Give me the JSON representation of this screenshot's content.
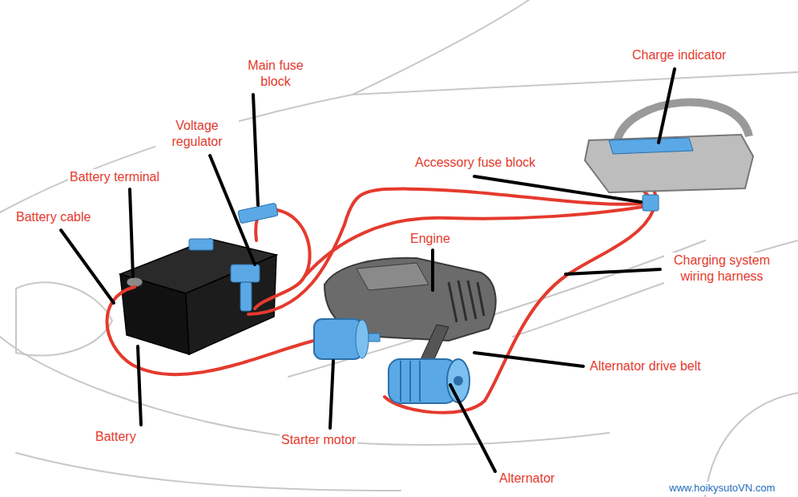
{
  "diagram": {
    "labels": [
      "Main fuse block",
      "Voltage regulator",
      "Battery terminal",
      "Battery cable",
      "Charge indicator",
      "Accessory fuse block",
      "Engine",
      "Charging system wiring harness",
      "Alternator drive belt",
      "Battery",
      "Starter motor",
      "Alternator",
      "www.hoikysutoVN.com"
    ]
  }
}
